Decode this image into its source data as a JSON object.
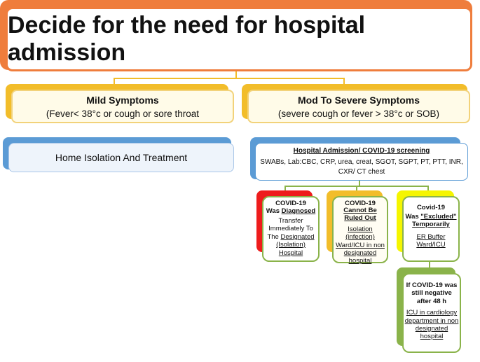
{
  "title": "Decide for the need for hospital admission",
  "mild": {
    "heading": "Mild Symptoms",
    "detail": "(Fever< 38°c or cough or sore throat"
  },
  "severe": {
    "heading": "Mod To Severe Symptoms",
    "detail": "(severe cough or fever > 38°c or SOB)"
  },
  "home": {
    "label": "Home Isolation And Treatment"
  },
  "admission": {
    "heading": "Hospital Admission/ COVID-19 screening",
    "detail": "SWABs, Lab:CBC, CRP, urea, creat, SGOT, SGPT, PT, PTT, INR, CXR/ CT chest"
  },
  "diagnosed": {
    "line1": "COVID-19",
    "line2a": "Was ",
    "line2b": "Diagnosed",
    "body1": "Transfer Immediately To The ",
    "body2": "Designated (Isolation)",
    "body3": " Hospital"
  },
  "not_ruled_out": {
    "line1": "COVID-19",
    "line2": "Cannot Be Ruled Out",
    "body": "Isolation (infection) Ward/ICU  in non designated hospital"
  },
  "excluded": {
    "line1": "Covid-19",
    "line2a": "Was ",
    "line2b": "\"Excluded\" Temporarily",
    "body": "ER Buffer Ward/ICU"
  },
  "after48": {
    "heading": "If COVID-19 was still negative after 48 h",
    "body": "ICU in cardiology department in non designated hospital"
  },
  "colors": {
    "title_border": "#ef7d3c",
    "yellow": "#f2bd2a",
    "blue": "#5b9bd5",
    "green": "#8ab34a",
    "red": "#ee1c1c",
    "bright_yellow": "#f5f500"
  }
}
